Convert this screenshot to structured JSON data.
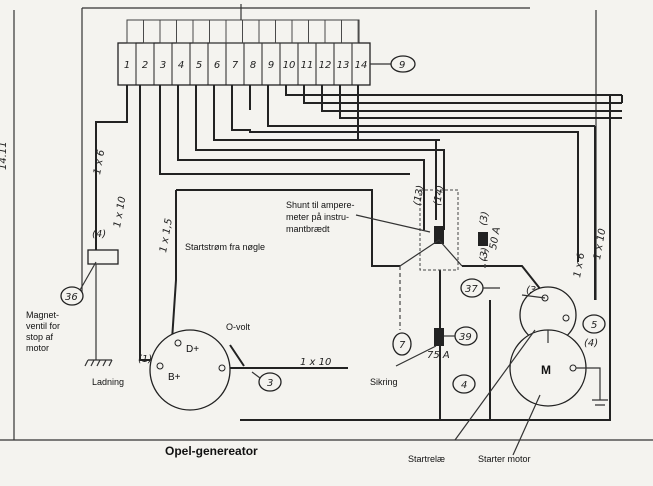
{
  "margin_note": "14.11",
  "terminal_block": {
    "terminals": [
      "1",
      "2",
      "3",
      "4",
      "5",
      "6",
      "7",
      "8",
      "9",
      "10",
      "11",
      "12",
      "13",
      "14"
    ],
    "ref": "9"
  },
  "wire_labels": {
    "w1x6_left": "1 x 6",
    "w1x10_left": "1 x 10",
    "w1x15": "1 x 1,5",
    "w1x10_bottom": "1 x 10",
    "w1x6_right": "1 x 6",
    "w1x10_right": "1 x 10",
    "mark4": "(4)",
    "mark1": "(1)",
    "mark13": "(13)",
    "mark14": "(14)",
    "mark3a": "(3)",
    "mark50a": "50 A",
    "mark3b": "(3)",
    "mark3c": "(3)",
    "mark4b": "(4)"
  },
  "refs": {
    "r36": "36",
    "r37": "37",
    "r7": "7",
    "r39": "39",
    "r3": "3",
    "r4": "4",
    "r5": "5"
  },
  "labels": {
    "shunt": [
      "Shunt til ampere-",
      "meter på instru-",
      "mantbrædt"
    ],
    "startstrom": "Startstrøm fra nøgle",
    "magnetventil": [
      "Magnet-",
      "ventil for",
      "stop af",
      "motor"
    ],
    "ladning": "Ladning",
    "ovolt": "O-volt",
    "sikring": "Sikring",
    "fuse_rating": "75 A",
    "dplus": "D+",
    "bplus": "B+",
    "motor_letter": "M",
    "generator": "Opel-genereator",
    "startrelae": "Startrelæ",
    "starter_motor": "Starter motor"
  }
}
